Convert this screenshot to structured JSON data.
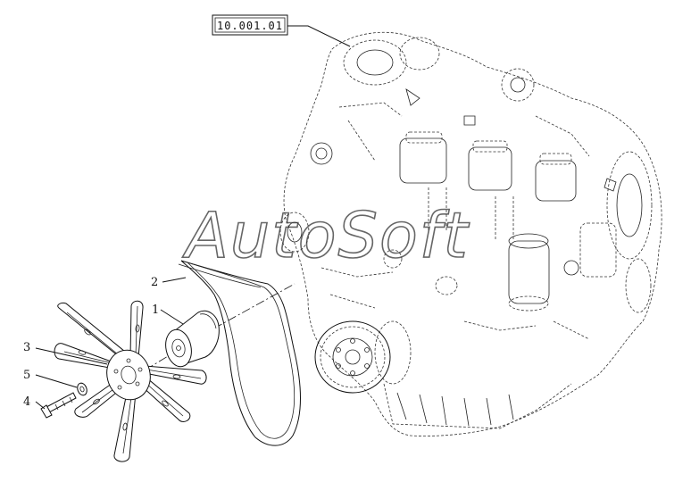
{
  "reference": {
    "code": "10.001.01"
  },
  "watermark": {
    "text": "AutoSoft"
  },
  "callouts": [
    {
      "id": "2",
      "label": "2"
    },
    {
      "id": "1",
      "label": "1"
    },
    {
      "id": "3",
      "label": "3"
    },
    {
      "id": "5",
      "label": "5"
    },
    {
      "id": "4",
      "label": "4"
    }
  ]
}
